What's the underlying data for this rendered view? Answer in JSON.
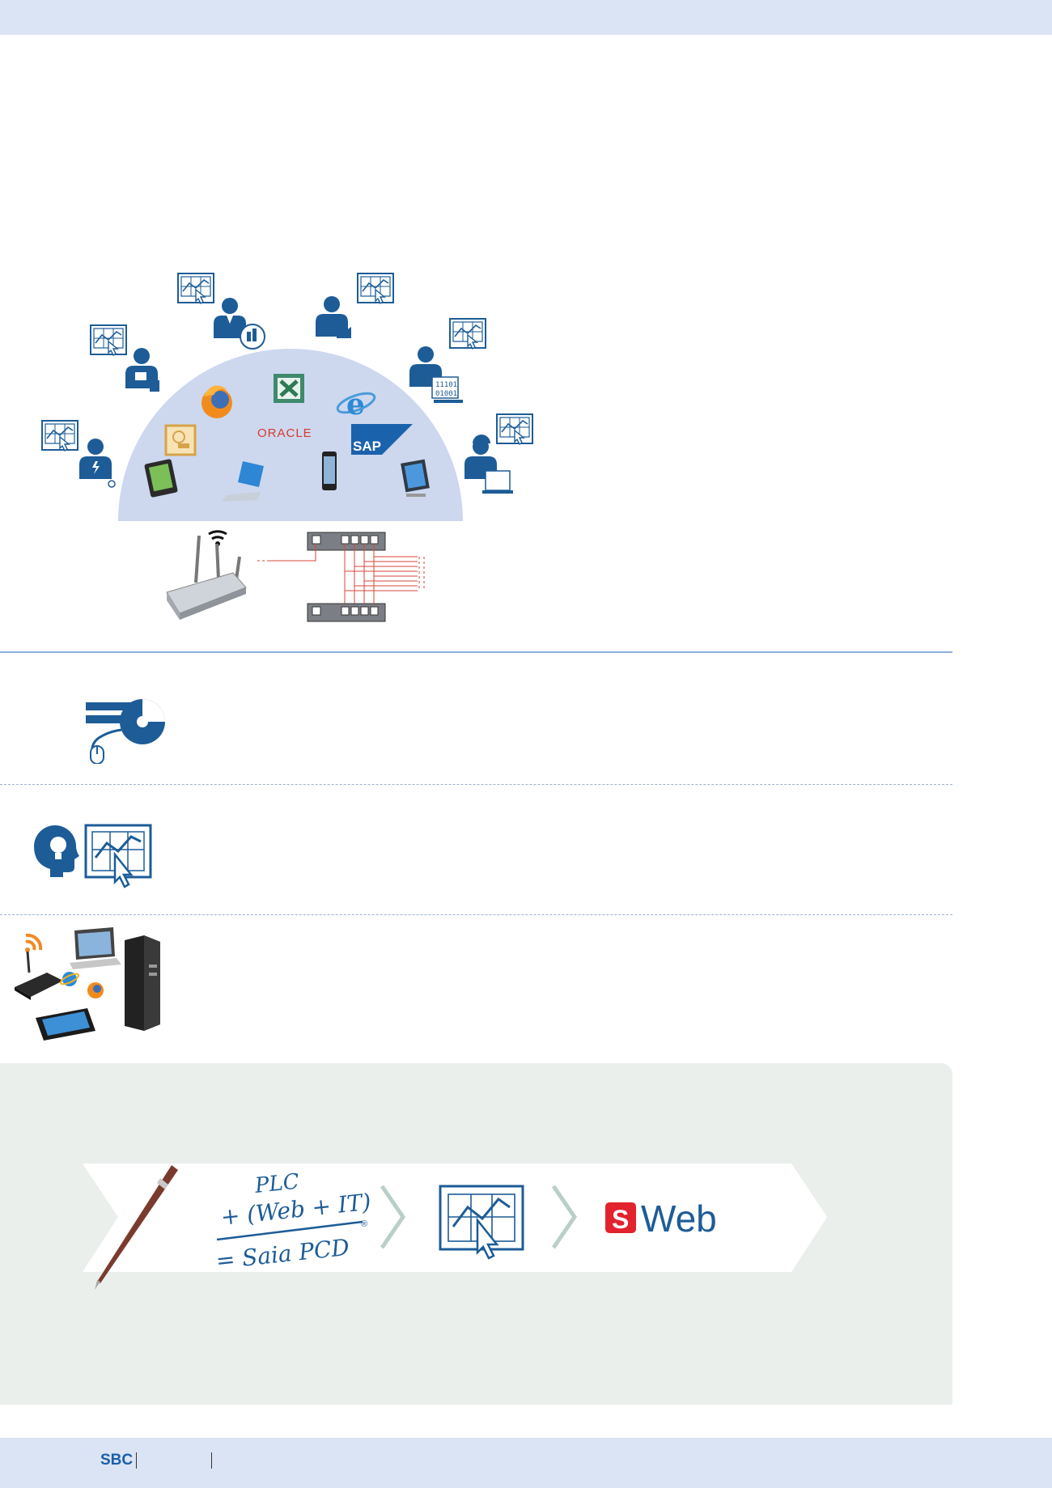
{
  "footer": {
    "brand": "SBC"
  },
  "diagram": {
    "oracle_label": "ORACLE",
    "sap_label": "SAP",
    "binary_line1": "11101",
    "binary_line2": "01001"
  },
  "banner": {
    "formula_line1": "PLC",
    "formula_line2": "+ (Web + IT)",
    "formula_line3": "= Saia PCD",
    "registered_mark": "®",
    "sweb_s": "S",
    "sweb_label": "Web"
  },
  "colors": {
    "band": "#dbe4f4",
    "navy": "#1d5c97",
    "dome": "#cdd8ef",
    "panel": "#ebefec",
    "network_red": "#d9453a",
    "sweb_red": "#e2222c"
  }
}
